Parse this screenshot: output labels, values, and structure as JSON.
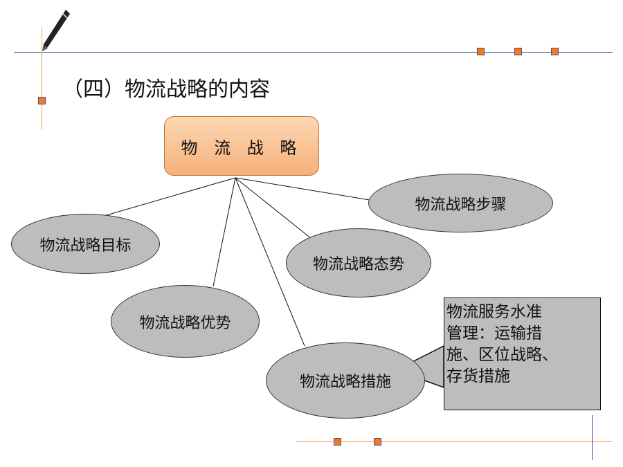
{
  "slide": {
    "title": "（四）物流战略的内容",
    "colors": {
      "accent": "#f07a1c",
      "rule": "#4a4a9a",
      "node": "#bdbdbd",
      "root": "#f6b07a"
    }
  },
  "diagram": {
    "root": "物 流 战 略",
    "nodes": {
      "steps": "物流战略步骤",
      "goal": "物流战略目标",
      "situation": "物流战略态势",
      "advantage": "物流战略优势",
      "measures": "物流战略措施"
    },
    "callout": {
      "lines": [
        "物流服务水准",
        "管理：运输措",
        "施、区位战略、",
        "存货措施"
      ]
    }
  }
}
